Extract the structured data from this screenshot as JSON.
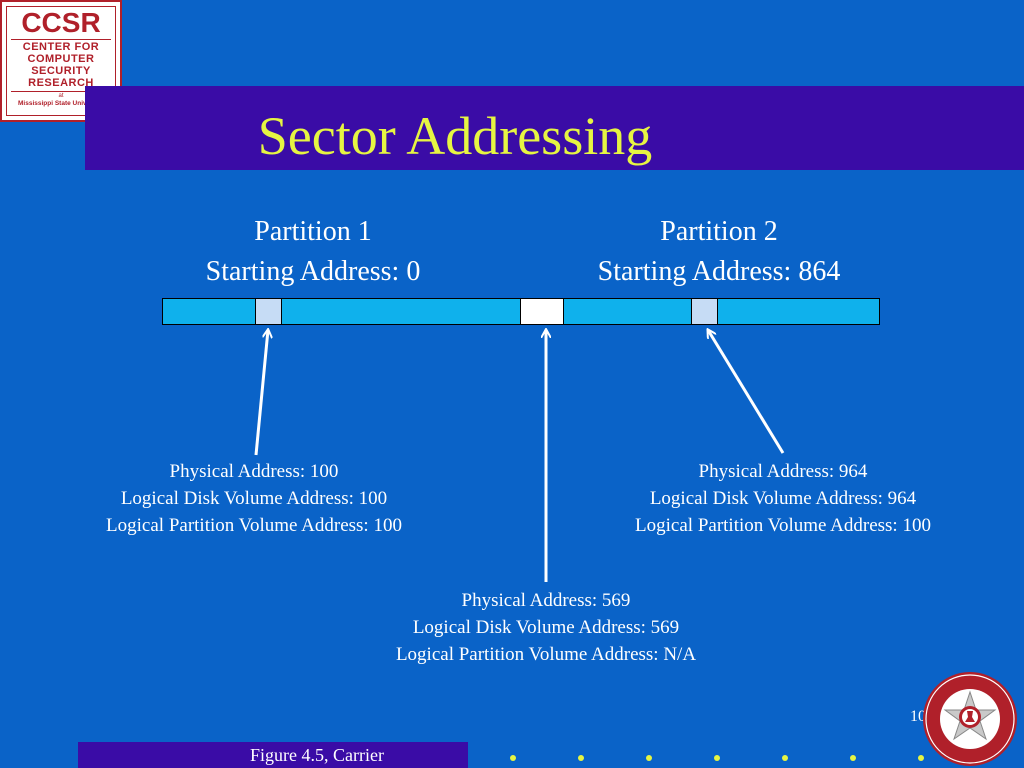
{
  "logo": {
    "abbr": "CCSR",
    "line1": "CENTER FOR",
    "line2": "COMPUTER",
    "line3": "SECURITY",
    "line4": "RESEARCH",
    "of": "at",
    "university": "Mississippi State University"
  },
  "title": "Sector Addressing",
  "partitions": [
    {
      "name": "Partition 1",
      "start": "Starting Address: 0"
    },
    {
      "name": "Partition 2",
      "start": "Starting Address: 864"
    }
  ],
  "sectors": [
    {
      "physical": "Physical Address: 100",
      "disk_volume": "Logical Disk Volume Address: 100",
      "partition_volume": "Logical Partition Volume Address: 100"
    },
    {
      "physical": "Physical Address: 569",
      "disk_volume": "Logical Disk Volume Address: 569",
      "partition_volume": "Logical Partition Volume Address: N/A"
    },
    {
      "physical": "Physical Address: 964",
      "disk_volume": "Logical Disk Volume Address: 964",
      "partition_volume": "Logical Partition Volume Address: 100"
    }
  ],
  "colors": {
    "background": "#0a63c8",
    "title_bar": "#3a0ca6",
    "title_text": "#e6f542",
    "partition_fill": "#0fb1ec",
    "sector_fill": "#c6dcf5",
    "unallocated_fill": "#ffffff"
  },
  "footer": {
    "caption": "Figure 4.5, Carrier",
    "page_number": "10",
    "seal_icon": "forensics-training-center-seal-icon"
  }
}
